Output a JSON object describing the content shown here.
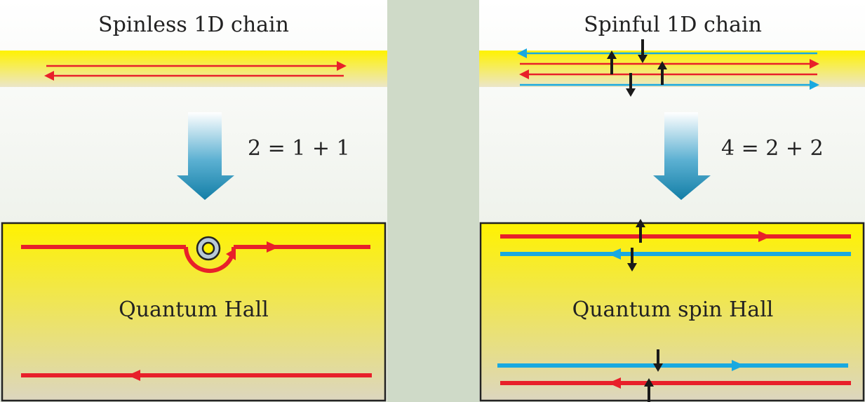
{
  "left": {
    "title": "Spinless 1D chain",
    "equation": "2 = 1 + 1",
    "box_label": "Quantum Hall"
  },
  "right": {
    "title": "Spinful 1D chain",
    "equation": "4 = 2 + 2",
    "box_label": "Quantum spin Hall"
  },
  "colors": {
    "red_edge": "#e8202a",
    "blue_edge": "#19a9e0",
    "spin_arrow": "#1a1a1a",
    "box_yellow": "#fff200",
    "box_bottom": "#ddd5b8",
    "divider": "#cfdac8",
    "big_arrow": "#137ea6"
  }
}
